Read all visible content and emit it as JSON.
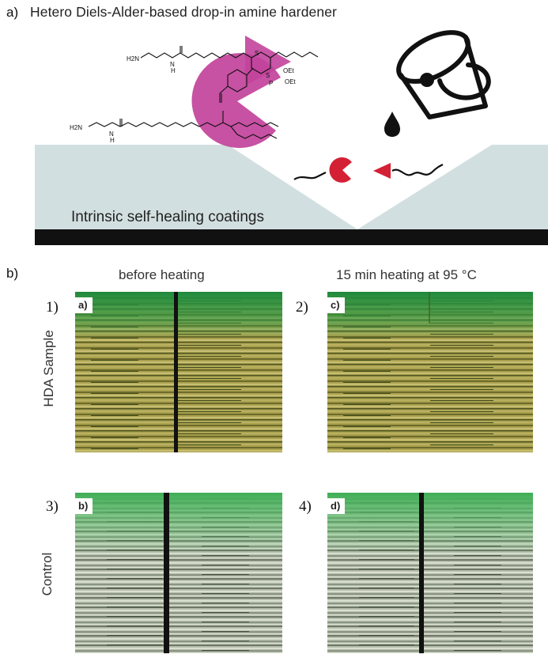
{
  "panel_a": {
    "label": "a)",
    "title": "Hetero Diels-Alder-based drop-in amine hardener",
    "coating_label": "Intrinsic self-healing coatings",
    "chem": {
      "amine_top": "H2N",
      "nh_top": "N",
      "h_top": "H",
      "amine_bottom": "H2N",
      "nh_bottom": "N",
      "h_bottom": "H",
      "oet1": "OEt",
      "oet2": "OEt",
      "s1": "S",
      "s2": "S",
      "p": "P"
    },
    "colors": {
      "magenta": "#c2429b",
      "red": "#d42035",
      "coating": "#d2dfe0",
      "substrate": "#111111"
    }
  },
  "panel_b": {
    "label": "b)",
    "col_headers": [
      "before heating",
      "15 min heating at 95 °C"
    ],
    "row_labels": [
      "HDA Sample",
      "Control"
    ],
    "images": [
      {
        "number": "1)",
        "sub": "a)"
      },
      {
        "number": "2)",
        "sub": "c)"
      },
      {
        "number": "3)",
        "sub": "b)"
      },
      {
        "number": "4)",
        "sub": "d)"
      }
    ]
  }
}
